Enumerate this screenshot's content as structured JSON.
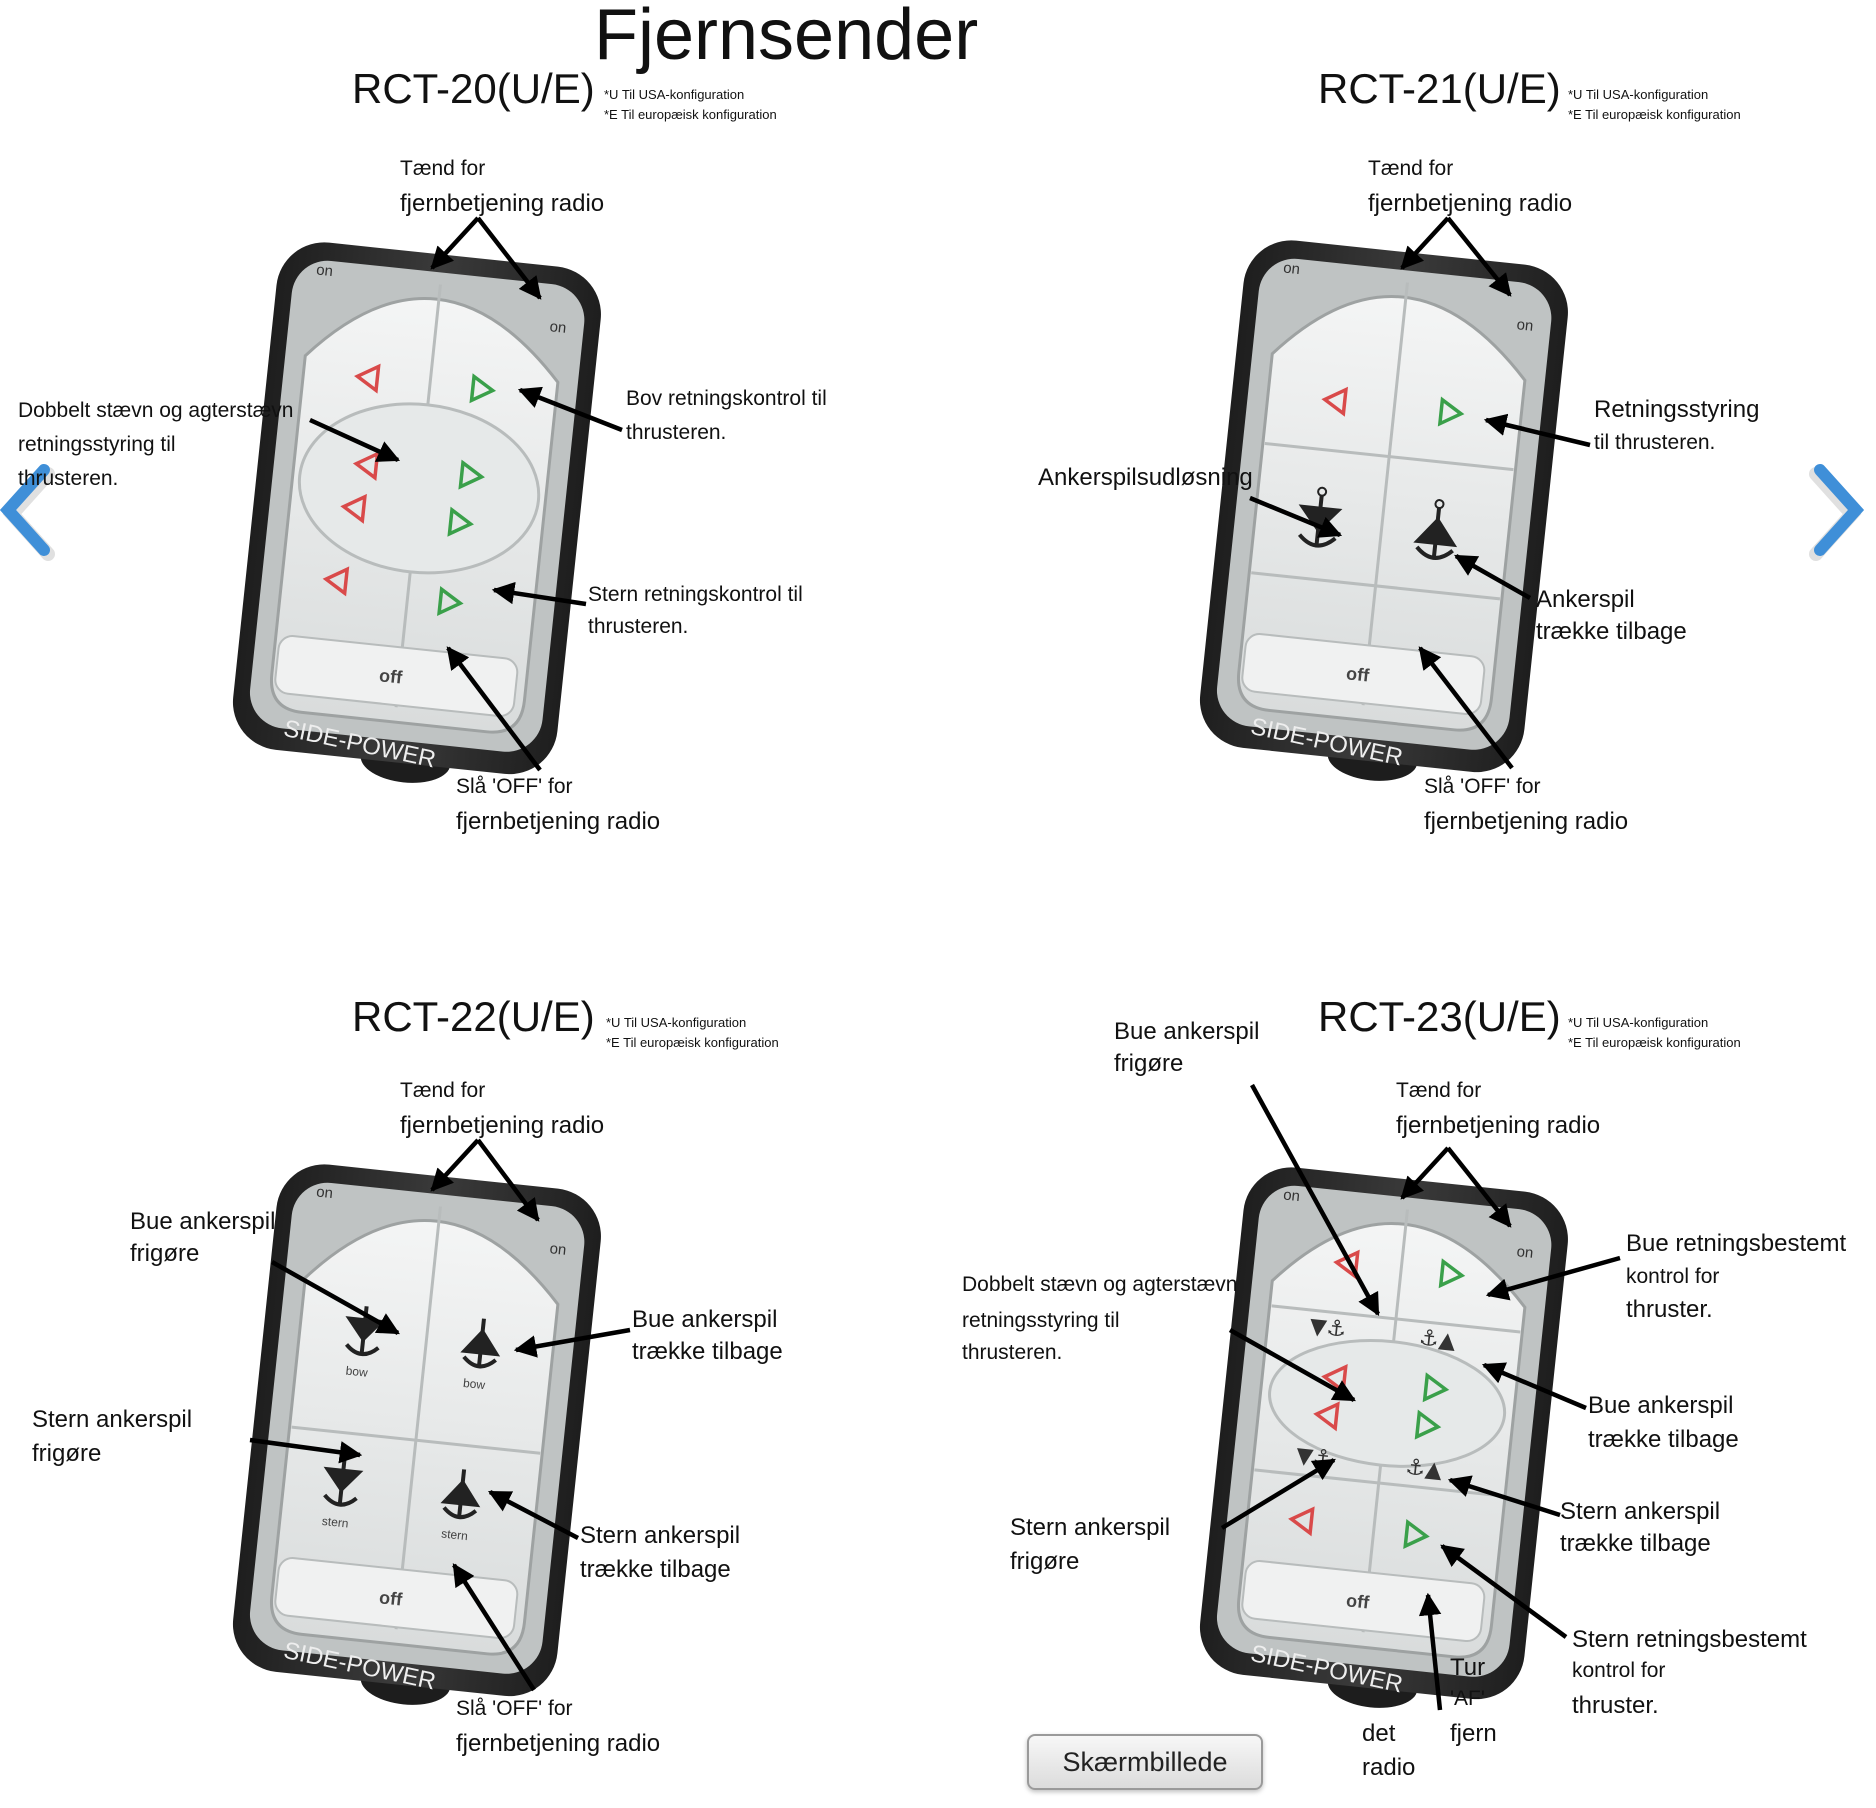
{
  "page_title": "Fjernsender",
  "remote_brand": "SIDE-POWER",
  "remotes": [
    {
      "model": "RCT-20(U/E)",
      "note_u": "*U Til USA-konfiguration",
      "note_e": "*E Til europæisk konfiguration",
      "on_label_small": "Tænd for",
      "on_label_large": "fjernbetjening radio",
      "off_label_small": "Slå 'OFF' for",
      "off_label_large": "fjernbetjening radio",
      "labels": [
        "Dobbelt stævn og agterstævn",
        "retningsstyring til",
        "thrusteren.",
        "Bov retningskontrol til",
        "thrusteren.",
        "Stern retningskontrol til",
        "thrusteren."
      ]
    },
    {
      "model": "RCT-21(U/E)",
      "note_u": "*U Til USA-konfiguration",
      "note_e": "*E Til europæisk konfiguration",
      "on_label_small": "Tænd for",
      "on_label_large": "fjernbetjening radio",
      "off_label_small": "Slå 'OFF' for",
      "off_label_large": "fjernbetjening radio",
      "labels": [
        "Retningsstyring",
        "til thrusteren.",
        "Ankerspilsudløsning",
        "Ankerspil",
        "trække tilbage"
      ]
    },
    {
      "model": "RCT-22(U/E)",
      "note_u": "*U Til USA-konfiguration",
      "note_e": "*E Til europæisk konfiguration",
      "on_label_small": "Tænd for",
      "on_label_large": "fjernbetjening radio",
      "off_label_small": "Slå 'OFF' for",
      "off_label_large": "fjernbetjening radio",
      "labels": [
        "Bue ankerspil",
        "frigøre",
        "Bue ankerspil",
        "trække tilbage",
        "Stern ankerspil",
        "frigøre",
        "Stern ankerspil",
        "trække tilbage"
      ],
      "button_texts": [
        "bow",
        "bow",
        "stern",
        "stern"
      ]
    },
    {
      "model": "RCT-23(U/E)",
      "note_u": "*U Til USA-konfiguration",
      "note_e": "*E Til europæisk konfiguration",
      "on_label_small": "Tænd for",
      "on_label_large": "fjernbetjening radio",
      "labels": [
        "Bue ankerspil",
        "frigøre",
        "Dobbelt stævn og agterstævn",
        "retningsstyring til",
        "thrusteren.",
        "Stern ankerspil",
        "frigøre",
        "Bue retningsbestemt",
        "kontrol for",
        "thruster.",
        "Bue ankerspil",
        "trække tilbage",
        "Stern ankerspil",
        "trække tilbage",
        "Stern retningsbestemt",
        "kontrol for",
        "thruster.",
        "Tur",
        "'AF'",
        "det",
        "fjern",
        "radio"
      ]
    }
  ],
  "button_labels": {
    "on": "on",
    "off": "off"
  },
  "screenshot_button": "Skærmbillede",
  "colors": {
    "nav_arrow": "#3f8fd8",
    "triangle_red": "#d94a4a",
    "triangle_green": "#3aa04a",
    "remote_body": "#2b2b2b"
  }
}
